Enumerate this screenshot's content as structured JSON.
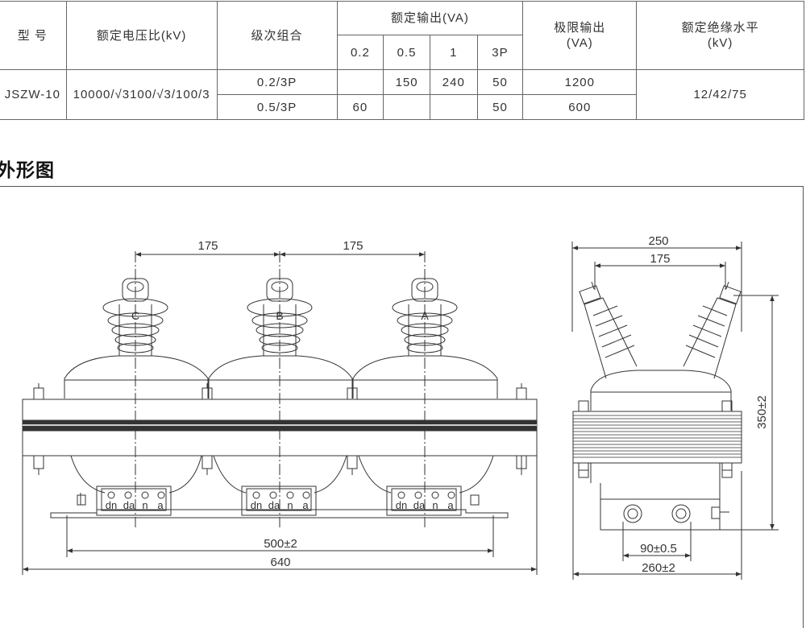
{
  "spec_table": {
    "headers": {
      "model": "型 号",
      "ratio": "额定电压比(kV)",
      "combo": "级次组合",
      "output": "额定输出(VA)",
      "output_classes": [
        "0.2",
        "0.5",
        "1",
        "3P"
      ],
      "limit_line1": "极限输出",
      "limit_line2": "(VA)",
      "insulation_line1": "额定绝缘水平",
      "insulation_line2": "(kV)"
    },
    "row": {
      "model": "JSZW-10",
      "ratio": "10000/√3100/√3/100/3",
      "insulation": "12/42/75",
      "sub_rows": [
        {
          "combo": "0.2/3P",
          "c02": "",
          "c05": "150",
          "c1": "240",
          "c3p": "50",
          "limit": "1200"
        },
        {
          "combo": "0.5/3P",
          "c02": "60",
          "c05": "",
          "c1": "",
          "c3p": "50",
          "limit": "600"
        }
      ]
    }
  },
  "section_title": "外形图",
  "drawing": {
    "front": {
      "phase_labels": [
        "C",
        "B",
        "A"
      ],
      "pitch_left": "175",
      "pitch_right": "175",
      "dim_mount": "500±2",
      "dim_overall": "640",
      "terminal_labels": [
        "dn",
        "da",
        "n",
        "a"
      ]
    },
    "side": {
      "dim_top_outer": "250",
      "dim_top_inner": "175",
      "dim_height": "350±2",
      "dim_holes": "90±0.5",
      "dim_base": "260±2"
    }
  },
  "colors": {
    "line": "#333333",
    "table_border": "#666666",
    "title": "#111111"
  }
}
